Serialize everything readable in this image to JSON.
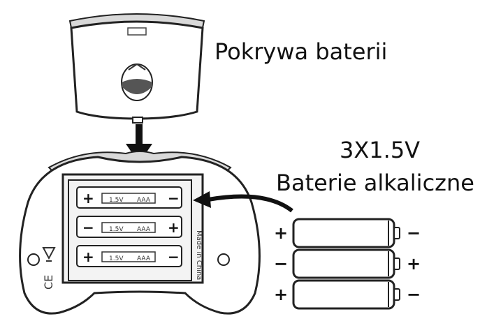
{
  "labels": {
    "cover": "Pokrywa baterii",
    "voltage": "3X1.5V",
    "battery_type": "Baterie alkaliczne"
  },
  "compartment": {
    "rows": [
      {
        "left_sign": "+",
        "right_sign": "−",
        "volt_mark": "1.5V",
        "size_mark": "AAA"
      },
      {
        "left_sign": "−",
        "right_sign": "+",
        "volt_mark": "1.5V",
        "size_mark": "AAA"
      },
      {
        "left_sign": "+",
        "right_sign": "−",
        "volt_mark": "1.5V",
        "size_mark": "AAA"
      }
    ],
    "side_text": "Made in China",
    "ce_mark": "CE"
  },
  "loose_batteries": [
    {
      "left_sign": "+",
      "right_sign": "−"
    },
    {
      "left_sign": "−",
      "right_sign": "+"
    },
    {
      "left_sign": "+",
      "right_sign": "−"
    }
  ],
  "colors": {
    "ink": "#111111",
    "outline": "#222222",
    "shade": "#d9d9d9",
    "paper": "#ffffff"
  },
  "icons": {
    "arrow_down": "down-arrow-icon",
    "arrow_curved": "curved-arrow-icon"
  }
}
